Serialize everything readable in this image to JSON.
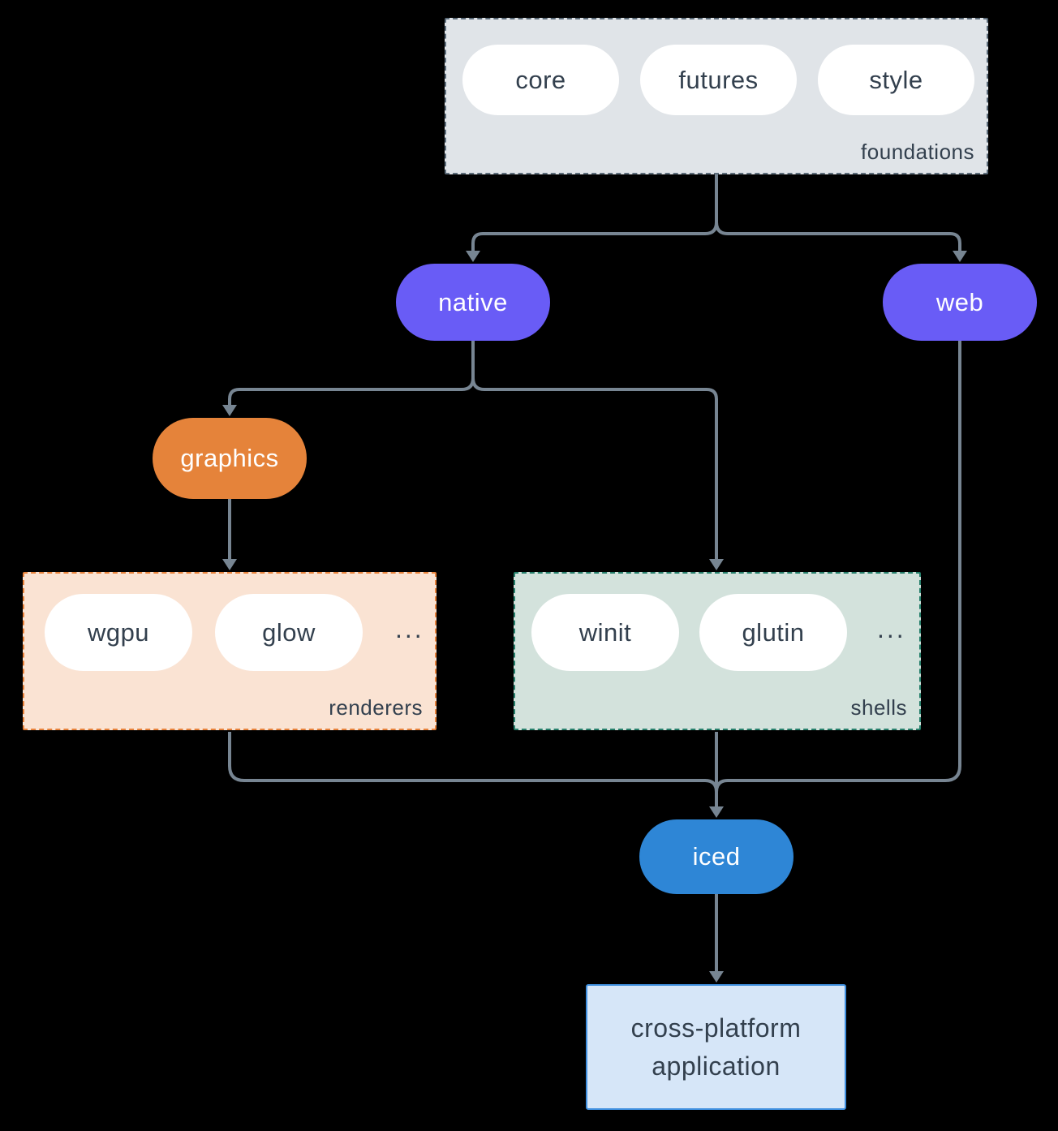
{
  "colors": {
    "background": "#000000",
    "line": "#778592",
    "text-dark": "#33404e",
    "pill-white": "#ffffff",
    "purple": "#695cf6",
    "orange": "#e5833a",
    "blue": "#2e86d6",
    "foundations-fill": "#e0e4e8",
    "foundations-border": "#5c6c7a",
    "renderers-fill": "#fae3d3",
    "renderers-border": "#e8833c",
    "shells-fill": "#d3e2dc",
    "shells-border": "#27806c",
    "app-fill": "#d6e6f8",
    "app-border": "#3e8ede"
  },
  "diagram": {
    "foundations": {
      "label": "foundations",
      "pills": [
        "core",
        "futures",
        "style"
      ]
    },
    "native": {
      "label": "native"
    },
    "web": {
      "label": "web"
    },
    "graphics": {
      "label": "graphics"
    },
    "renderers": {
      "label": "renderers",
      "pills": [
        "wgpu",
        "glow"
      ],
      "ellipsis": "..."
    },
    "shells": {
      "label": "shells",
      "pills": [
        "winit",
        "glutin"
      ],
      "ellipsis": "..."
    },
    "iced": {
      "label": "iced"
    },
    "application": {
      "line1": "cross-platform",
      "line2": "application"
    }
  }
}
